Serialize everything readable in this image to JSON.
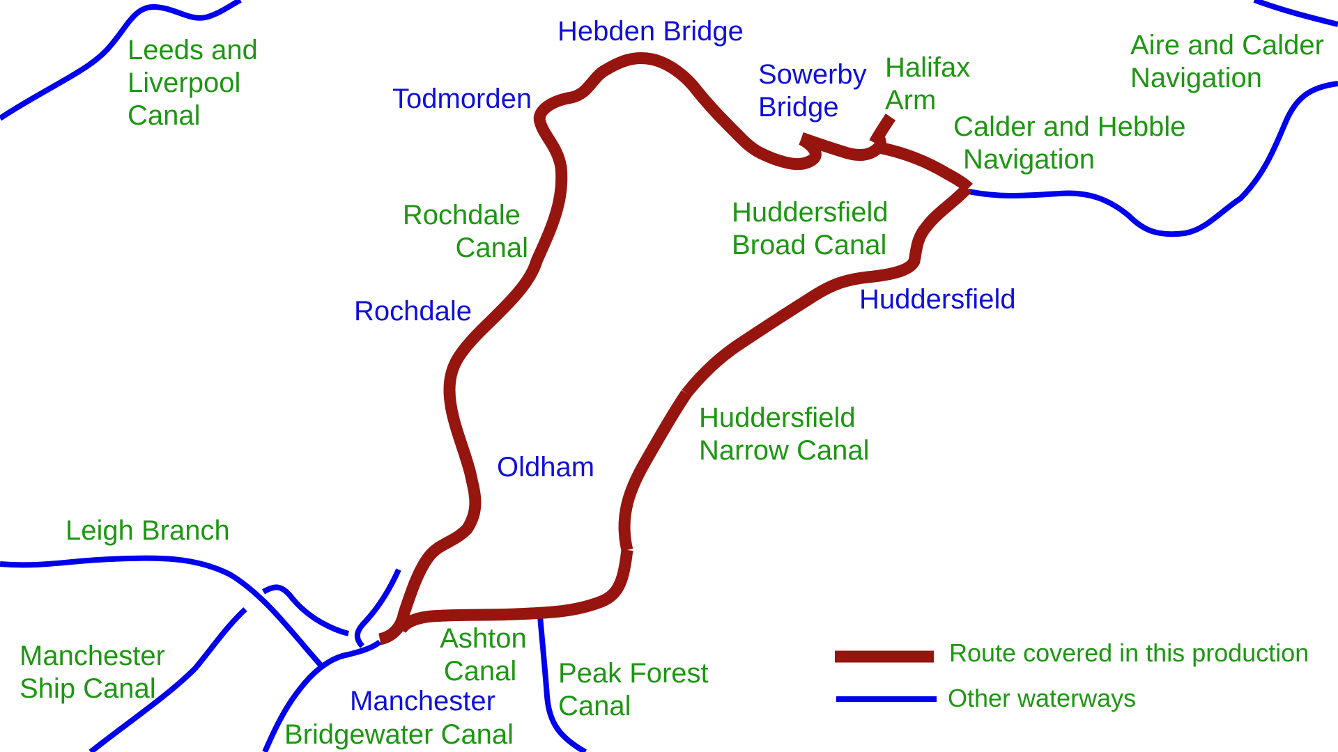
{
  "colors": {
    "route": "#96150F",
    "waterway": "#0000EE",
    "canal_label": "#1E9612",
    "town_label": "#1010D8"
  },
  "canals": {
    "leeds_liverpool": [
      "Leeds and",
      "Liverpool",
      "Canal"
    ],
    "aire_calder": [
      "Aire and Calder",
      "Navigation"
    ],
    "halifax_arm": [
      "Halifax",
      "Arm"
    ],
    "calder_hebble": [
      "Calder and Hebble",
      "Navigation"
    ],
    "huddersfield_broad": [
      "Huddersfield",
      "Broad Canal"
    ],
    "rochdale": [
      "Rochdale",
      "Canal"
    ],
    "huddersfield_narrow": [
      "Huddersfield",
      "Narrow Canal"
    ],
    "leigh_branch": [
      "Leigh Branch"
    ],
    "manchester_ship": [
      "Manchester",
      "Ship Canal"
    ],
    "ashton": [
      "Ashton",
      "Canal"
    ],
    "peak_forest": [
      "Peak Forest",
      "Canal"
    ],
    "bridgewater": [
      "Bridgewater Canal"
    ]
  },
  "towns": {
    "hebden_bridge": "Hebden Bridge",
    "todmorden": "Todmorden",
    "sowerby_bridge": [
      "Sowerby",
      "Bridge"
    ],
    "huddersfield": "Huddersfield",
    "rochdale": "Rochdale",
    "oldham": "Oldham",
    "manchester": "Manchester"
  },
  "legend": {
    "route_label": "Route covered in this production",
    "other_label": "Other waterways"
  }
}
